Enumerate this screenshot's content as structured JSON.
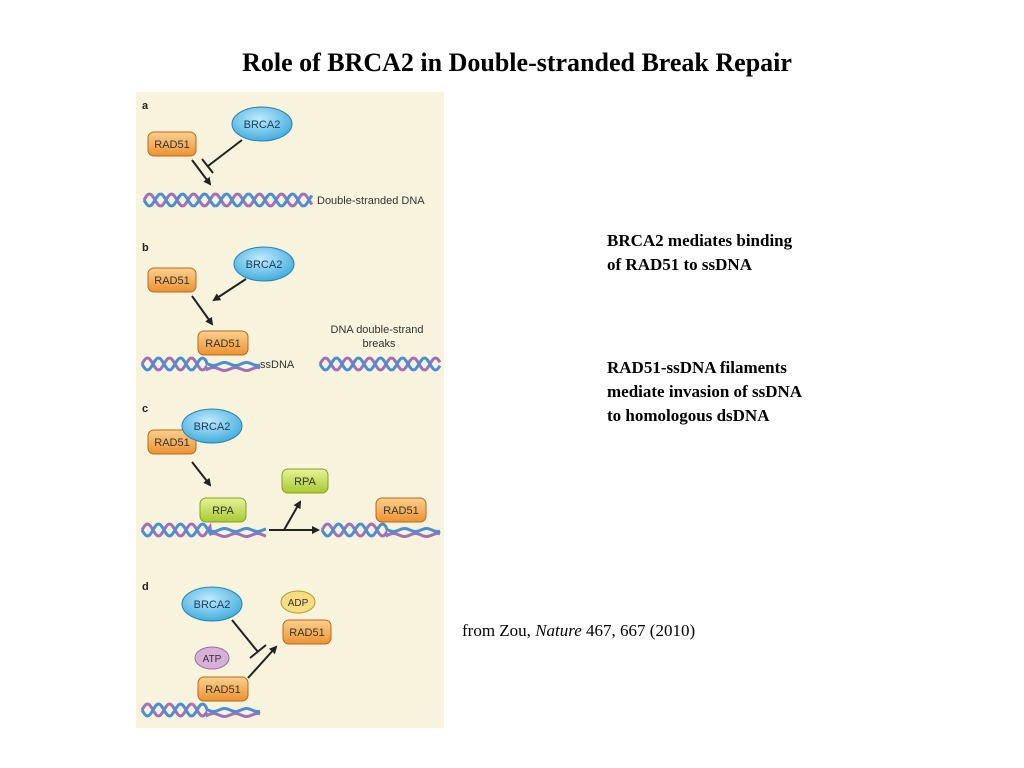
{
  "title": "Role of BRCA2 in Double-stranded Break Repair",
  "figure": {
    "panel_a": {
      "letter": "a",
      "rad51": "RAD51",
      "brca2": "BRCA2",
      "dna_label": "Double-stranded DNA"
    },
    "panel_b": {
      "letter": "b",
      "rad51_free": "RAD51",
      "brca2": "BRCA2",
      "rad51_bound": "RAD51",
      "ssdna_label": "ssDNA",
      "break_label_line1": "DNA double-strand",
      "break_label_line2": "breaks"
    },
    "panel_c": {
      "letter": "c",
      "brca2": "BRCA2",
      "rad51_free": "RAD51",
      "rpa_bound": "RPA",
      "rpa_released": "RPA",
      "rad51_bound": "RAD51"
    },
    "panel_d": {
      "letter": "d",
      "brca2": "BRCA2",
      "adp": "ADP",
      "rad51_adp": "RAD51",
      "atp": "ATP",
      "rad51_atp": "RAD51"
    },
    "colors": {
      "background": "#f7f3dc",
      "rad51": "#f5a84c",
      "brca2": "#5fc4ea",
      "rpa": "#c9e05a",
      "atp": "#d6b0d8",
      "adp": "#f7dc82",
      "dna_blue": "#4a8fd0",
      "dna_purple": "#a070b8"
    }
  },
  "notes": [
    {
      "line1": "BRCA2 mediates binding",
      "line2": "of RAD51 to ssDNA"
    },
    {
      "line1": "RAD51-ssDNA filaments",
      "line2": "mediate invasion of ssDNA",
      "line3": "to homologous dsDNA"
    }
  ],
  "citation": {
    "prefix": "from Zou, ",
    "journal": "Nature",
    "suffix": " 467, 667 (2010)"
  }
}
